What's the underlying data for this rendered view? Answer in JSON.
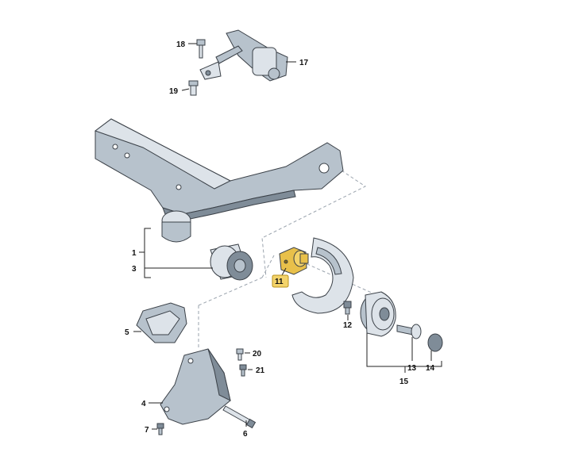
{
  "diagram": {
    "colors": {
      "part_fill": "#b7c2cc",
      "part_light": "#dde3e9",
      "part_dark": "#7f8c98",
      "highlight_fill": "#e8c04a",
      "highlight_badge": "#f3d36a",
      "outline": "#3b4148",
      "guide": "#9aa3ad"
    },
    "callouts": {
      "p1": "1",
      "p3": "3",
      "p4": "4",
      "p5": "5",
      "p6": "6",
      "p7": "7",
      "p11": "11",
      "p12": "12",
      "p13": "13",
      "p14": "14",
      "p15": "15",
      "p17": "17",
      "p18": "18",
      "p19": "19",
      "p20": "20",
      "p21": "21"
    },
    "highlighted_part": "11"
  }
}
